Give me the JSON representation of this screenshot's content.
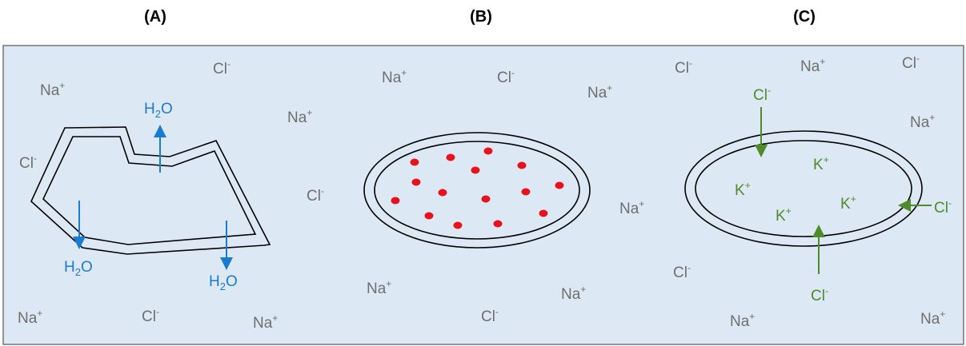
{
  "panels": {
    "a_label": "(A)",
    "b_label": "(B)",
    "c_label": "(C)"
  },
  "ions": {
    "na_base": "Na",
    "cl_base": "Cl",
    "k_base": "K",
    "plus": "+",
    "minus": "-"
  },
  "water": {
    "h": "H",
    "sub": "2",
    "o": "O"
  },
  "colors": {
    "background": "#dce8f4",
    "membrane": "#000000",
    "ion_text": "#6f6f6f",
    "water": "#1a7ccf",
    "red_dots": "#e8121c",
    "green": "#4f8a2b"
  }
}
